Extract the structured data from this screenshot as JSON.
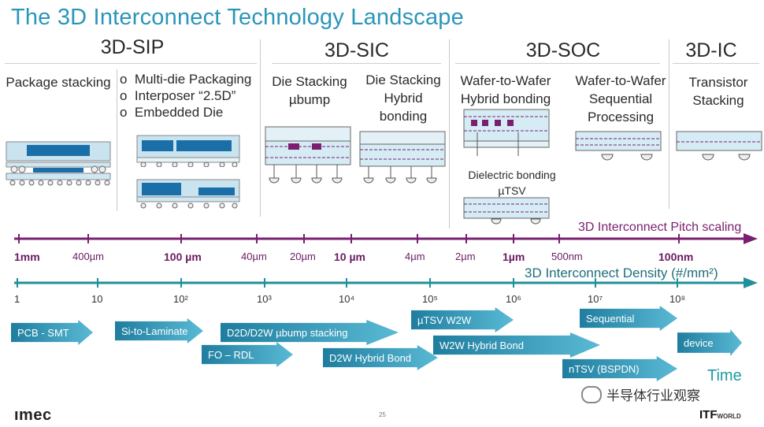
{
  "title": "The 3D Interconnect Technology Landscape",
  "categories": [
    "3D-SIP",
    "3D-SIC",
    "3D-SOC",
    "3D-IC"
  ],
  "sections": {
    "package_stacking": "Package stacking",
    "bullets": [
      "Multi-die Packaging",
      "Interposer “2.5D”",
      "Embedded Die"
    ],
    "bullet_glyph": "o",
    "die_stacking_ubump": [
      "Die Stacking",
      "µbump"
    ],
    "die_stacking_hybrid": [
      "Die Stacking",
      "Hybrid",
      "bonding"
    ],
    "w2w_hybrid": [
      "Wafer-to-Wafer",
      "Hybrid bonding"
    ],
    "dielectric": [
      "Dielectric bonding",
      "µTSV"
    ],
    "w2w_sequential": [
      "Wafer-to-Wafer",
      "Sequential",
      "Processing"
    ],
    "transistor": [
      "Transistor",
      "Stacking"
    ]
  },
  "pitch_axis": {
    "label": "3D Interconnect Pitch scaling",
    "ticks": [
      {
        "t": "1mm",
        "bold": true
      },
      {
        "t": "400µm",
        "bold": false
      },
      {
        "t": "100 µm",
        "bold": true
      },
      {
        "t": "40µm",
        "bold": false
      },
      {
        "t": "20µm",
        "bold": false
      },
      {
        "t": "10 µm",
        "bold": true
      },
      {
        "t": "4µm",
        "bold": false
      },
      {
        "t": "2µm",
        "bold": false
      },
      {
        "t": "1µm",
        "bold": true
      },
      {
        "t": "500nm",
        "bold": false
      },
      {
        "t": "100nm",
        "bold": true
      }
    ]
  },
  "density_axis": {
    "label": "3D Interconnect Density (#/mm²)",
    "ticks": [
      "1",
      "10",
      "10²",
      "10³",
      "10⁴",
      "10⁵",
      "10⁶",
      "10⁷",
      "10⁸"
    ]
  },
  "roadmap": [
    "PCB - SMT",
    "Si-to-Laminate",
    "FO – RDL",
    "D2D/D2W µbump stacking",
    "D2W Hybrid Bond",
    "µTSV  W2W",
    "W2W Hybrid Bond",
    "Sequential",
    "nTSV (BSPDN)",
    "device"
  ],
  "time_label": "Time",
  "watermark": "半导体行业观察",
  "footer": {
    "logo": "ımec",
    "page": "25",
    "brand": "ITF",
    "brand_sub": "WORLD"
  },
  "colors": {
    "title": "#2b95b9",
    "pitch": "#7a1f6f",
    "density": "#1f8f9a",
    "arrow": "#2a8fb0"
  }
}
